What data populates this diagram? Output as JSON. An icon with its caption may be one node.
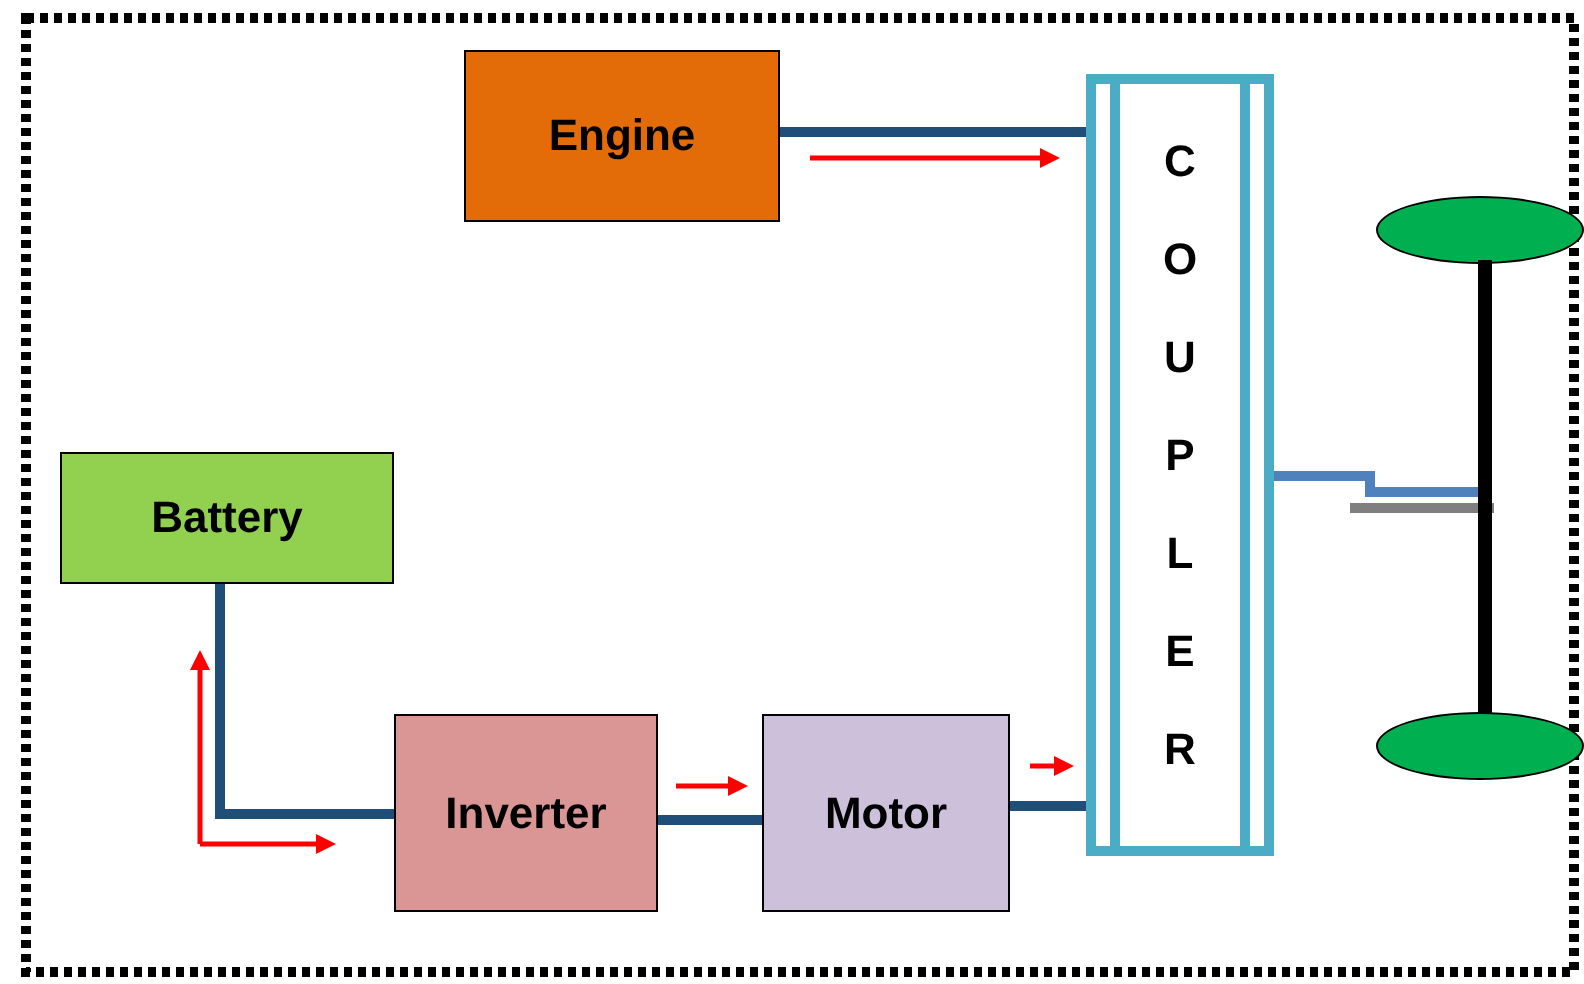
{
  "diagram": {
    "nodes": [
      {
        "text": [
          "Engine"
        ]
      },
      {
        "text": [
          "Battery"
        ]
      },
      {
        "text": [
          "Inverter"
        ]
      },
      {
        "text": [
          "Motor"
        ]
      },
      {
        "text": [
          "COUPLER"
        ]
      },
      {
        "text": [],
        "shape": "ellipse"
      },
      {
        "text": [],
        "shape": "bar"
      },
      {
        "text": [],
        "shape": "ellipse"
      }
    ],
    "edges": [
      {
        "from": 0,
        "to": 4,
        "arrow": "none"
      },
      {
        "from": 1,
        "to": 2,
        "arrow": "none"
      },
      {
        "from": 2,
        "to": 3,
        "arrow": "none"
      },
      {
        "from": 3,
        "to": 4,
        "arrow": "none"
      },
      {
        "from": 4,
        "to": 6,
        "arrow": "none",
        "color": "#4f81bd"
      }
    ]
  }
}
